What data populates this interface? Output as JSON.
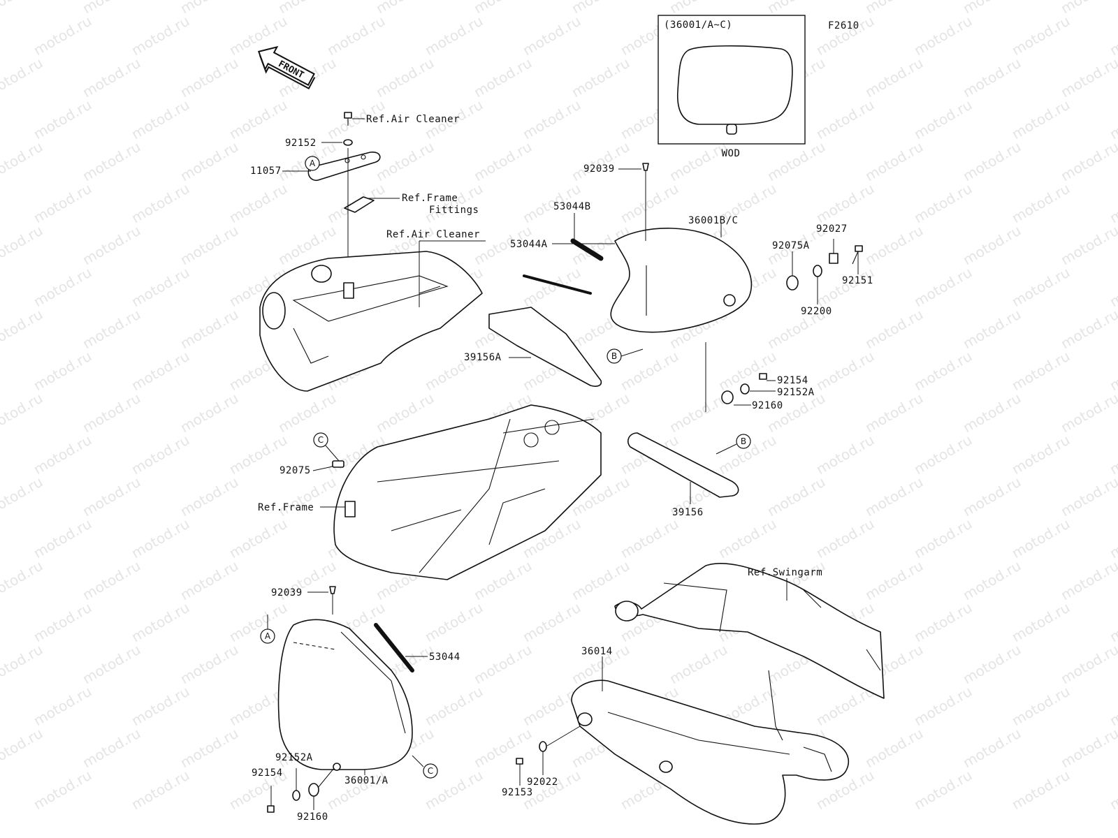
{
  "figure_code": "F2610",
  "front_label": "FRONT",
  "inset": {
    "title": "(36001/A~C)",
    "caption": "WOD"
  },
  "watermark": "motod.ru",
  "part_labels": {
    "ref_air_cleaner_top": "Ref.Air Cleaner",
    "p92152": "92152",
    "p11057": "11057",
    "ref_frame_fittings_1": "Ref.Frame",
    "ref_frame_fittings_2": "Fittings",
    "ref_air_cleaner_mid": "Ref.Air Cleaner",
    "p92039_top": "92039",
    "p53044B": "53044B",
    "p53044A": "53044A",
    "p36001BC": "36001B/C",
    "p92027": "92027",
    "p92075A": "92075A",
    "p92151": "92151",
    "p92200": "92200",
    "p39156A": "39156A",
    "p92154_right": "92154",
    "p92152A_right": "92152A",
    "p92160_right": "92160",
    "p92075": "92075",
    "ref_frame": "Ref.Frame",
    "p39156": "39156",
    "ref_swingarm": "Ref.Swingarm",
    "p92039_bottom": "92039",
    "p53044": "53044",
    "p36014": "36014",
    "p92152A_left": "92152A",
    "p92154_left": "92154",
    "p36001A": "36001/A",
    "p92160_left": "92160",
    "p92153": "92153",
    "p92022": "92022"
  },
  "callouts": {
    "A": "A",
    "B": "B",
    "C": "C"
  }
}
